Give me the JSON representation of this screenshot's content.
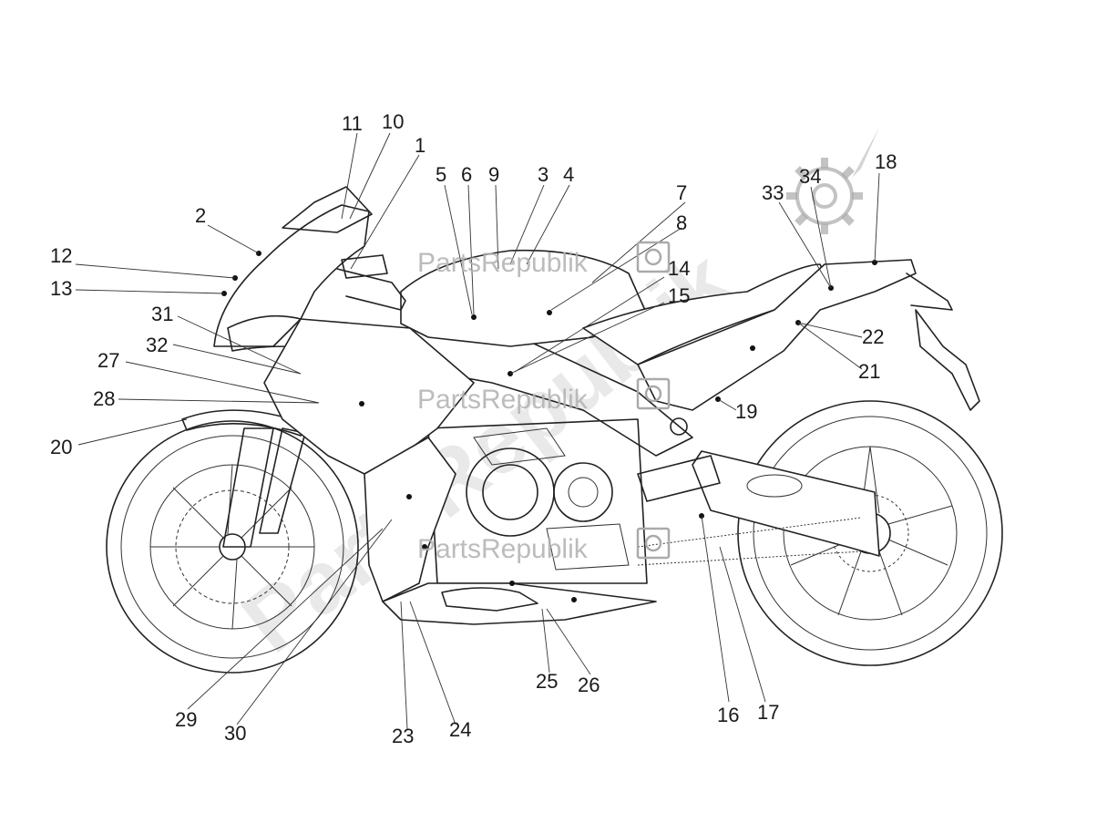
{
  "watermark": {
    "brand": "PartsRepublik",
    "color": "#9a9a9a"
  },
  "labels": [
    {
      "id": "1",
      "text": "1"
    },
    {
      "id": "2",
      "text": "2"
    },
    {
      "id": "3",
      "text": "3"
    },
    {
      "id": "4",
      "text": "4"
    },
    {
      "id": "5",
      "text": "5"
    },
    {
      "id": "6",
      "text": "6"
    },
    {
      "id": "7",
      "text": "7"
    },
    {
      "id": "8",
      "text": "8"
    },
    {
      "id": "9",
      "text": "9"
    },
    {
      "id": "10",
      "text": "10"
    },
    {
      "id": "11",
      "text": "11"
    },
    {
      "id": "12",
      "text": "12"
    },
    {
      "id": "13",
      "text": "13"
    },
    {
      "id": "14",
      "text": "14"
    },
    {
      "id": "15",
      "text": "15"
    },
    {
      "id": "16",
      "text": "16"
    },
    {
      "id": "17",
      "text": "17"
    },
    {
      "id": "18",
      "text": "18"
    },
    {
      "id": "19",
      "text": "19"
    },
    {
      "id": "20",
      "text": "20"
    },
    {
      "id": "21",
      "text": "21"
    },
    {
      "id": "22",
      "text": "22"
    },
    {
      "id": "23",
      "text": "23"
    },
    {
      "id": "24",
      "text": "24"
    },
    {
      "id": "25",
      "text": "25"
    },
    {
      "id": "26",
      "text": "26"
    },
    {
      "id": "27",
      "text": "27"
    },
    {
      "id": "28",
      "text": "28"
    },
    {
      "id": "29",
      "text": "29"
    },
    {
      "id": "30",
      "text": "30"
    },
    {
      "id": "31",
      "text": "31"
    },
    {
      "id": "32",
      "text": "32"
    },
    {
      "id": "33",
      "text": "33"
    },
    {
      "id": "34",
      "text": "34"
    }
  ]
}
